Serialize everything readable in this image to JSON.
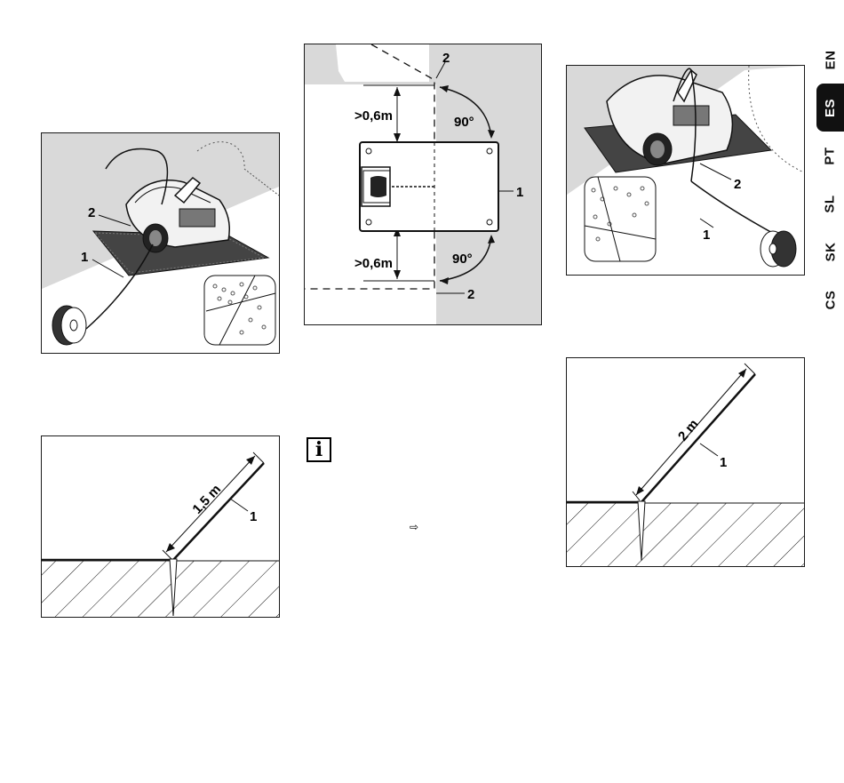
{
  "languages": [
    {
      "code": "EN",
      "active": false
    },
    {
      "code": "ES",
      "active": true
    },
    {
      "code": "PT",
      "active": false
    },
    {
      "code": "SL",
      "active": false
    },
    {
      "code": "SK",
      "active": false
    },
    {
      "code": "CS",
      "active": false
    }
  ],
  "figure_robot_left": {
    "callout_1": "1",
    "callout_2": "2"
  },
  "figure_layout_top": {
    "distance_top": ">0,6m",
    "distance_bottom": ">0,6m",
    "angle_top": "90°",
    "angle_bottom": "90°",
    "callout_1": "1",
    "callout_2_top": "2",
    "callout_2_bottom": "2"
  },
  "figure_robot_right": {
    "callout_1": "1",
    "callout_2": "2"
  },
  "figure_wire_left": {
    "length": "1,5 m",
    "callout_1": "1"
  },
  "figure_wire_right": {
    "length": "2 m",
    "callout_1": "1"
  },
  "info": {
    "icon": "info-icon",
    "glyph": "i",
    "arrow": "⇨"
  }
}
